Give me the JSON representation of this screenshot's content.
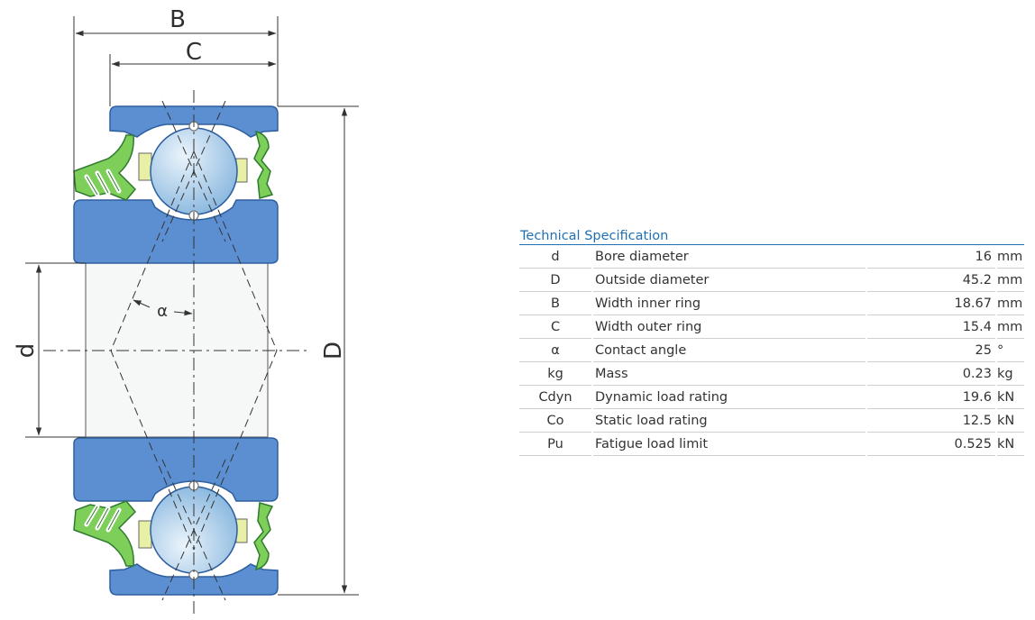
{
  "drawing": {
    "labels": {
      "B": "B",
      "C": "C",
      "d": "d",
      "D": "D",
      "alpha": "α"
    },
    "colors": {
      "ring": "#5b8fd1",
      "ring_edge": "#2e5f9e",
      "seal": "#7ecf5a",
      "seal_edge": "#2f7a2f",
      "cage": "#e8f0a6",
      "ball_light": "#eaf4fb",
      "ball_dark": "#86b5de",
      "bore": "#f6f7f7",
      "line": "#333333"
    }
  },
  "spec": {
    "title": "Technical Specification",
    "rows": [
      {
        "symbol": "d",
        "description": "Bore diameter",
        "value": "16",
        "unit": "mm"
      },
      {
        "symbol": "D",
        "description": "Outside diameter",
        "value": "45.2",
        "unit": "mm"
      },
      {
        "symbol": "B",
        "description": "Width inner ring",
        "value": "18.67",
        "unit": "mm"
      },
      {
        "symbol": "C",
        "description": "Width outer ring",
        "value": "15.4",
        "unit": "mm"
      },
      {
        "symbol": "α",
        "description": "Contact angle",
        "value": "25",
        "unit": "°"
      },
      {
        "symbol": "kg",
        "description": "Mass",
        "value": "0.23",
        "unit": "kg"
      },
      {
        "symbol": "Cdyn",
        "description": "Dynamic load rating",
        "value": "19.6",
        "unit": "kN"
      },
      {
        "symbol": "Co",
        "description": "Static load rating",
        "value": "12.5",
        "unit": "kN"
      },
      {
        "symbol": "Pu",
        "description": "Fatigue load limit",
        "value": "0.525",
        "unit": "kN"
      }
    ]
  }
}
